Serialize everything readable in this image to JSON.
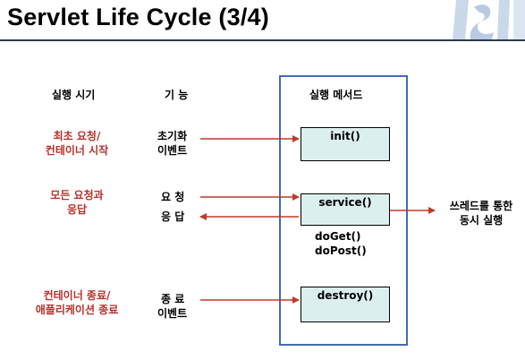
{
  "title": "Servlet Life Cycle (3/4)",
  "headers": {
    "time": "실행 시기",
    "function": "기 능",
    "method": "실행 메서드"
  },
  "rows": [
    {
      "time_lines": [
        "최초 요청/",
        "컨테이너 시작"
      ],
      "function_lines": [
        "초기화",
        "이벤트"
      ],
      "method": "init()"
    },
    {
      "time_lines": [
        "모든 요청과",
        "응답"
      ],
      "function_lines": [
        "요 청",
        "응 답"
      ],
      "method": "service()",
      "sub_methods": [
        "doGet()",
        "doPost()"
      ],
      "note_lines": [
        "쓰레드를 통한",
        "동시 실행"
      ]
    },
    {
      "time_lines": [
        "컨테이너 종료/",
        "애플리케이션 종료"
      ],
      "function_lines": [
        "종 료",
        "이벤트"
      ],
      "method": "destroy()"
    }
  ],
  "colors": {
    "accent_red": "#b8302a",
    "frame_blue": "#3e6db5",
    "box_fill": "#dcefef",
    "arrow_red": "#c0392b"
  }
}
